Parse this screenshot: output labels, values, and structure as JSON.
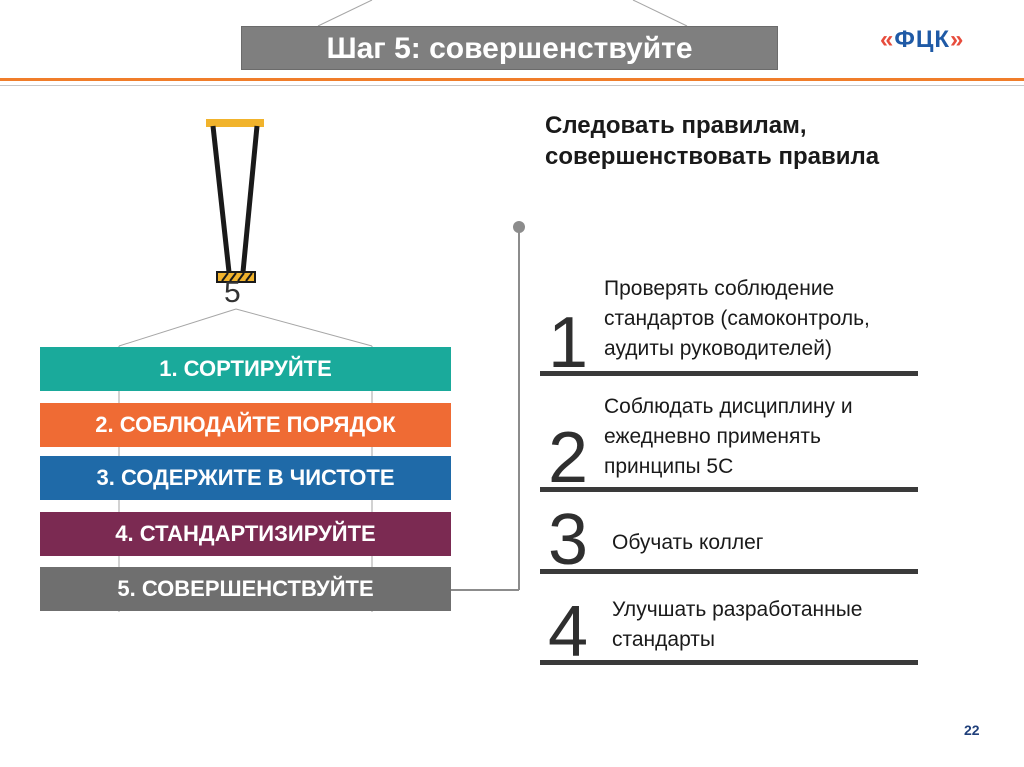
{
  "header": {
    "title": "Шаг 5: совершенствуйте",
    "logo_text": "ФЦК",
    "logo_left_bracket": "«",
    "logo_right_bracket": "»"
  },
  "crane": {
    "hook_label": "5"
  },
  "steps": [
    {
      "label": "1. СОРТИРУЙТЕ",
      "color": "#1aaa9b"
    },
    {
      "label": "2. СОБЛЮДАЙТЕ ПОРЯДОК",
      "color": "#ef6b34"
    },
    {
      "label": "3. СОДЕРЖИТЕ В ЧИСТОТЕ",
      "color": "#1f6aa8"
    },
    {
      "label": "4. СТАНДАРТИЗИРУЙТЕ",
      "color": "#7b2a52"
    },
    {
      "label": "5. СОВЕРШЕНСТВУЙТЕ",
      "color": "#6f6f6f"
    }
  ],
  "right_panel": {
    "heading_line1": "Следовать правилам,",
    "heading_line2": "совершенствовать правила",
    "items": [
      {
        "number": "1",
        "line1": "Проверять соблюдение",
        "line2": "стандартов (самоконтроль,",
        "line3": "аудиты руководителей)"
      },
      {
        "number": "2",
        "line1": "Соблюдать дисциплину и",
        "line2": "ежедневно применять",
        "line3": "принципы 5С"
      },
      {
        "number": "3",
        "line1": "Обучать коллег"
      },
      {
        "number": "4",
        "line1": "Улучшать разработанные",
        "line2": "стандарты"
      }
    ]
  },
  "footer": {
    "page_number": "22"
  },
  "colors": {
    "accent_orange": "#f07d2a",
    "logo_blue": "#1f5aa6",
    "logo_red": "#e74c3c",
    "hook_yellow": "#f1b32c"
  }
}
